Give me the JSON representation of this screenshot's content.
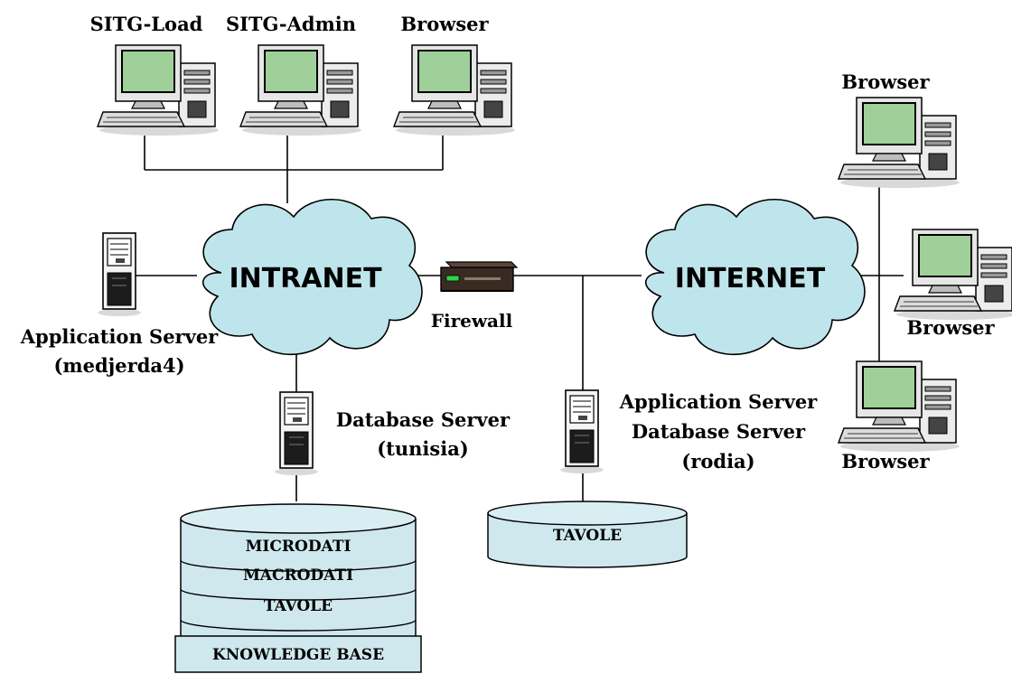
{
  "colors": {
    "cloud_fill": "#bfe5ec",
    "db_fill": "#cfe8ee",
    "monitor_screen": "#9fd09a",
    "firewall_body": "#3a2b22",
    "firewall_led": "#2fd44a",
    "line": "#000000"
  },
  "icons": [
    "desktop-computer-icon",
    "tower-server-icon",
    "firewall-icon",
    "cloud-icon",
    "database-cylinder-icon"
  ],
  "networks": {
    "intranet": "INTRANET",
    "internet": "INTERNET"
  },
  "clients_top": [
    {
      "label": "SITG-Load"
    },
    {
      "label": "SITG-Admin"
    },
    {
      "label": "Browser"
    }
  ],
  "clients_right": [
    {
      "label": "Browser"
    },
    {
      "label": "Browser"
    },
    {
      "label": "Browser"
    }
  ],
  "firewall": {
    "label": "Firewall"
  },
  "servers": {
    "app_left": {
      "line1": "Application Server",
      "line2": "(medjerda4)"
    },
    "db_tunisia": {
      "line1": "Database Server",
      "line2": "(tunisia)"
    },
    "app_db_rodia": {
      "line1": "Application Server",
      "line2": "Database Server",
      "line3": "(rodia)"
    }
  },
  "databases": {
    "tunisia_layers": [
      "MICRODATI",
      "MACRODATI",
      "TAVOLE",
      "KNOWLEDGE BASE"
    ],
    "rodia_layers": [
      "TAVOLE"
    ]
  }
}
